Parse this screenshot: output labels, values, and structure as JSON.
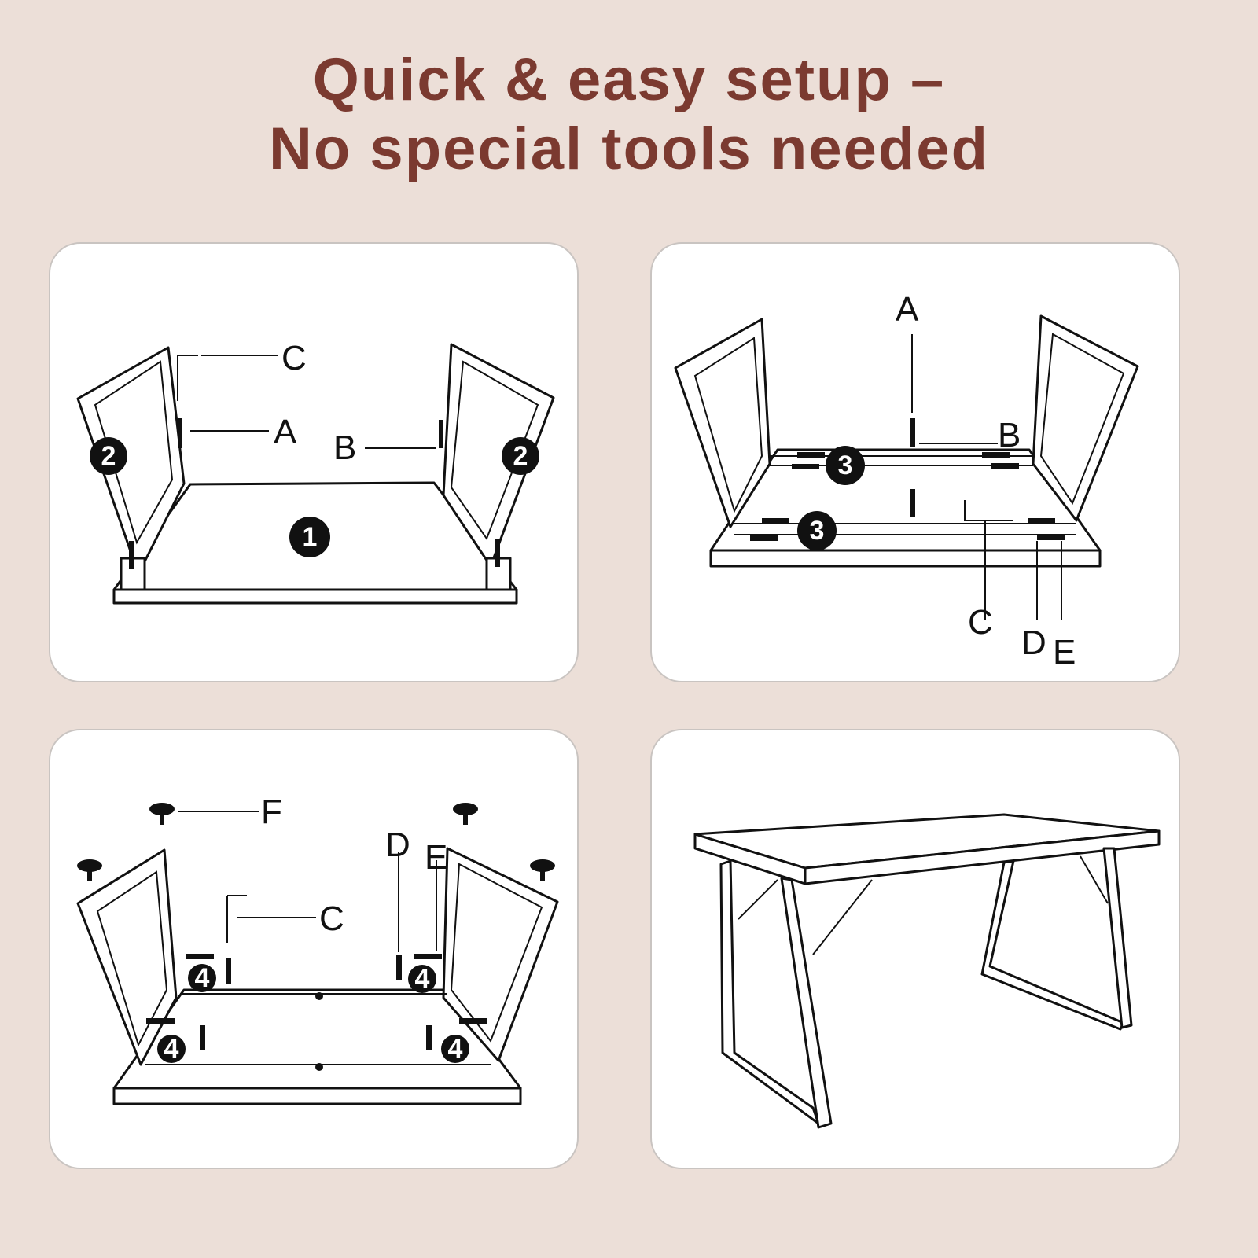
{
  "title": {
    "line1": "Quick & easy setup –",
    "line2": "No special tools needed"
  },
  "panels": [
    {
      "step": "assemble-legs",
      "labels": {
        "c": "C",
        "a": "A",
        "b": "B"
      },
      "badges": [
        "2",
        "2",
        "1"
      ]
    },
    {
      "step": "attach-rails",
      "labels": {
        "a": "A",
        "b": "B",
        "c": "C",
        "d": "D",
        "e": "E"
      },
      "badges": [
        "3",
        "3"
      ]
    },
    {
      "step": "attach-braces-feet",
      "labels": {
        "f": "F",
        "d": "D",
        "e": "E",
        "c": "C"
      },
      "badges": [
        "4",
        "4",
        "4",
        "4"
      ]
    },
    {
      "step": "finished-desk"
    }
  ],
  "colors": {
    "background": "#ecdfd8",
    "title": "#7b3a30",
    "panel": "#ffffff"
  }
}
